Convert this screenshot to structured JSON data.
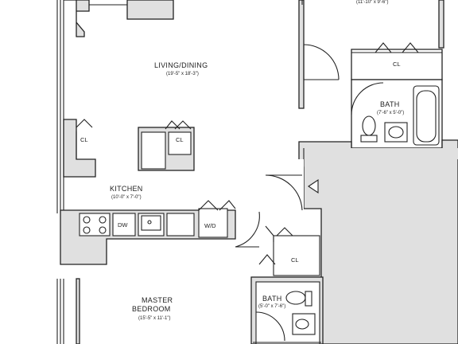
{
  "rooms": {
    "top_dimension": "(11'-10\" x 9'-6\")",
    "living": {
      "name": "LIVING/DINING",
      "dim": "(19'-5\" x 18'-3\")"
    },
    "kitchen": {
      "name": "KITCHEN",
      "dim": "(10'-0\" x 7'-0\")"
    },
    "bath1": {
      "name": "BATH",
      "dim": "(7'-6\" x 5'-0\")"
    },
    "bath2": {
      "name": "BATH",
      "dim": "(5'-0\" x 7'-6\")"
    },
    "master": {
      "name_line1": "MASTER",
      "name_line2": "BEDROOM",
      "dim": "(15'-5\" x 11'-1\")"
    }
  },
  "closets": {
    "cl_left": "CL",
    "cl_center": "CL",
    "cl_upper_right": "CL",
    "cl_lower": "CL"
  },
  "appliances": {
    "dishwasher": "DW",
    "washer_dryer": "W/D"
  }
}
